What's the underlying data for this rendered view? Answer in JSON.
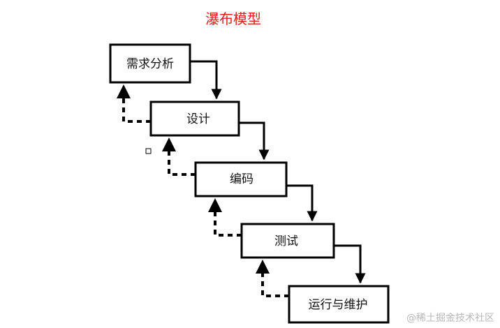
{
  "title": "瀑布模型",
  "stages": [
    {
      "label": "需求分析"
    },
    {
      "label": "设计"
    },
    {
      "label": "编码"
    },
    {
      "label": "测试"
    },
    {
      "label": "运行与维护"
    }
  ],
  "watermark": "@稀土掘金技术社区",
  "colors": {
    "title": "#e02020",
    "box_border": "#000000",
    "arrow": "#000000",
    "watermark": "#b8b8b8"
  }
}
